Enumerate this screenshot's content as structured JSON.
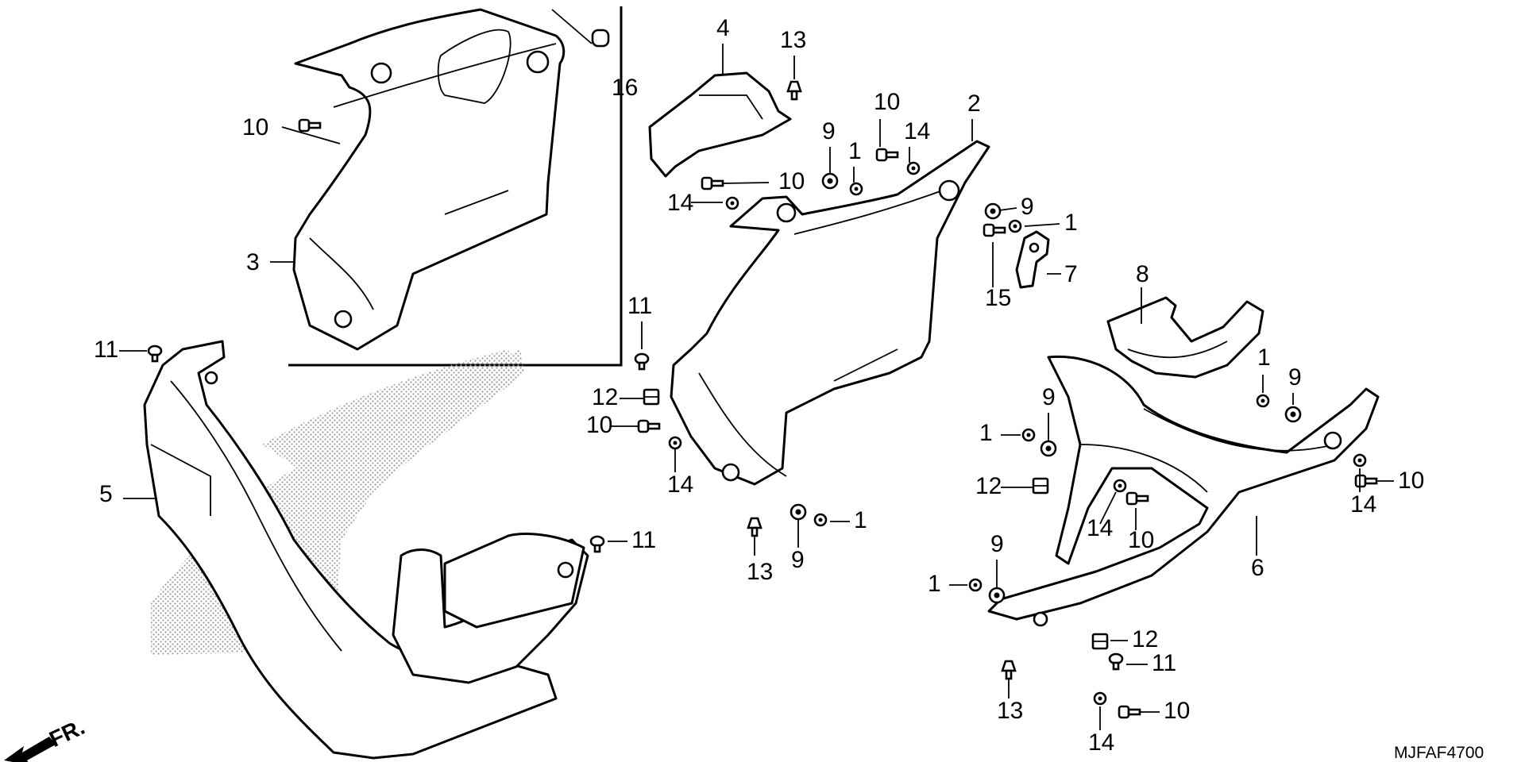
{
  "diagram": {
    "reference_code": "MJFAF4700",
    "front_indicator": "FR.",
    "callouts": [
      {
        "id": "c16",
        "num": "16"
      },
      {
        "id": "c10a",
        "num": "10"
      },
      {
        "id": "c3",
        "num": "3"
      },
      {
        "id": "c4",
        "num": "4"
      },
      {
        "id": "c13a",
        "num": "13"
      },
      {
        "id": "c10b",
        "num": "10"
      },
      {
        "id": "c9a",
        "num": "9"
      },
      {
        "id": "c1a",
        "num": "1"
      },
      {
        "id": "c14a",
        "num": "14"
      },
      {
        "id": "c2",
        "num": "2"
      },
      {
        "id": "c10c",
        "num": "10"
      },
      {
        "id": "c14b",
        "num": "14"
      },
      {
        "id": "c9b",
        "num": "9"
      },
      {
        "id": "c1b",
        "num": "1"
      },
      {
        "id": "c7",
        "num": "7"
      },
      {
        "id": "c15",
        "num": "15"
      },
      {
        "id": "c8",
        "num": "8"
      },
      {
        "id": "c11a",
        "num": "11"
      },
      {
        "id": "c11b",
        "num": "11"
      },
      {
        "id": "c12a",
        "num": "12"
      },
      {
        "id": "c10d",
        "num": "10"
      },
      {
        "id": "c14c",
        "num": "14"
      },
      {
        "id": "c5",
        "num": "5"
      },
      {
        "id": "c13b",
        "num": "13"
      },
      {
        "id": "c9c",
        "num": "9"
      },
      {
        "id": "c1c",
        "num": "1"
      },
      {
        "id": "c11c",
        "num": "11"
      },
      {
        "id": "c1d",
        "num": "1"
      },
      {
        "id": "c9d",
        "num": "9"
      },
      {
        "id": "c9e",
        "num": "9"
      },
      {
        "id": "c1e",
        "num": "1"
      },
      {
        "id": "c12b",
        "num": "12"
      },
      {
        "id": "c14d",
        "num": "14"
      },
      {
        "id": "c10e",
        "num": "10"
      },
      {
        "id": "c6",
        "num": "6"
      },
      {
        "id": "c10f",
        "num": "10"
      },
      {
        "id": "c14e",
        "num": "14"
      },
      {
        "id": "c9f",
        "num": "9"
      },
      {
        "id": "c1f",
        "num": "1"
      },
      {
        "id": "c12c",
        "num": "12"
      },
      {
        "id": "c11d",
        "num": "11"
      },
      {
        "id": "c13c",
        "num": "13"
      },
      {
        "id": "c14f",
        "num": "14"
      },
      {
        "id": "c10g",
        "num": "10"
      }
    ]
  }
}
